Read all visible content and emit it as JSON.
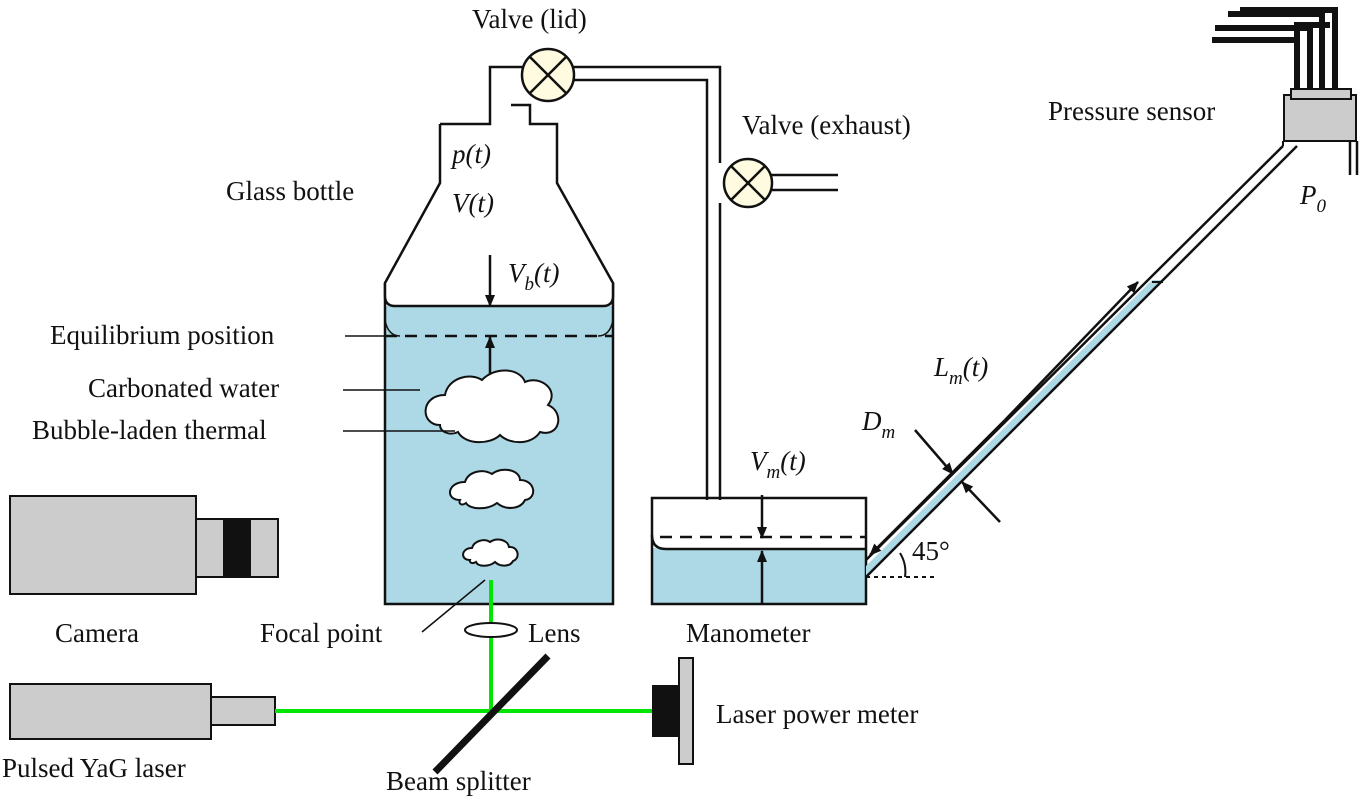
{
  "colors": {
    "water": "#add8e6",
    "laser_beam": "#00e600",
    "valve_fill": "#fffbe0",
    "device_gray": "#cccccc",
    "outline": "#111111"
  },
  "labels": {
    "valve_lid": "Valve (lid)",
    "valve_exhaust": "Valve (exhaust)",
    "pressure_sensor": "Pressure sensor",
    "glass_bottle": "Glass bottle",
    "equilibrium_position": "Equilibrium position",
    "carbonated_water": "Carbonated water",
    "bubble_laden_thermal": "Bubble-laden thermal",
    "camera": "Camera",
    "focal_point": "Focal point",
    "lens": "Lens",
    "manometer": "Manometer",
    "pulsed_laser": "Pulsed YaG laser",
    "beam_splitter": "Beam splitter",
    "laser_power_meter": "Laser power meter",
    "angle": "45°"
  },
  "symbols": {
    "p": {
      "main": "p",
      "arg": "(t)"
    },
    "V": {
      "main": "V",
      "arg": "(t)"
    },
    "Vb": {
      "main": "V",
      "sub": "b",
      "arg": "(t)"
    },
    "Vm": {
      "main": "V",
      "sub": "m",
      "arg": "(t)"
    },
    "Lm": {
      "main": "L",
      "sub": "m",
      "arg": "(t)"
    },
    "Dm": {
      "main": "D",
      "sub": "m"
    },
    "P0": {
      "main": "P",
      "sub": "0"
    }
  },
  "icons": [
    "valve-icon",
    "camera-icon",
    "laser-icon",
    "lens-icon",
    "beam-splitter-icon",
    "power-meter-icon",
    "pressure-sensor-icon",
    "bubble-cloud-icon"
  ]
}
